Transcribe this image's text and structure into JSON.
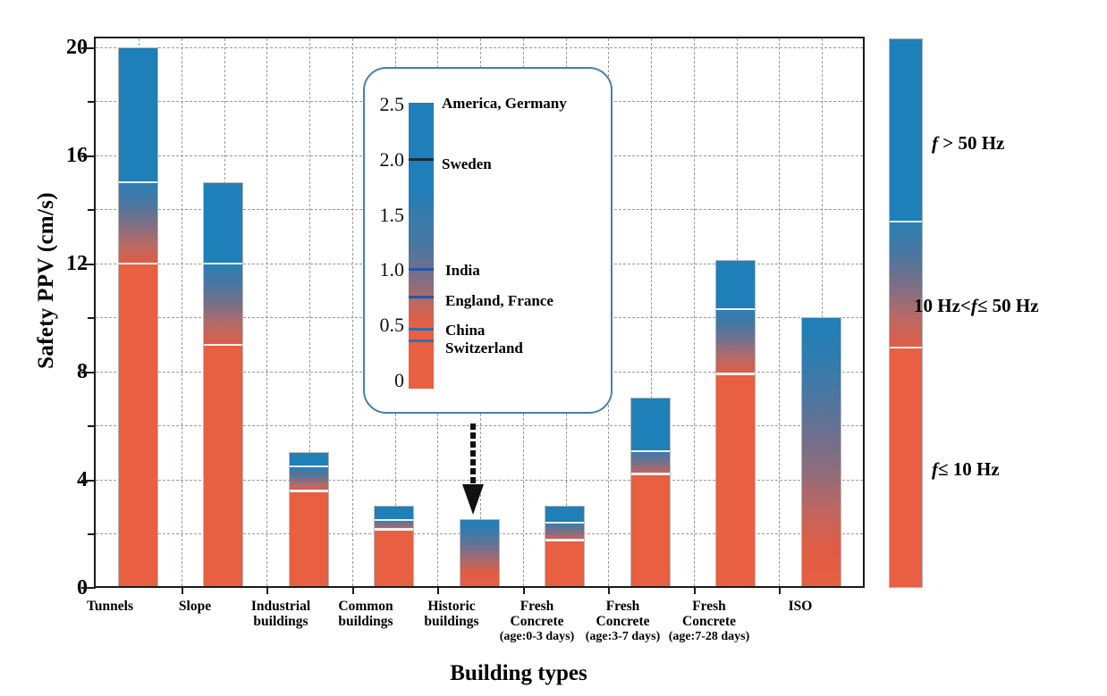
{
  "chart_data": {
    "type": "bar",
    "title": "",
    "xlabel": "Building types",
    "ylabel": "Safety PPV (cm/s)",
    "ylim": [
      0,
      20
    ],
    "yticks": [
      0,
      4,
      8,
      12,
      16,
      20
    ],
    "yticks_minor": [
      2,
      6,
      10,
      14,
      18
    ],
    "grid": true,
    "legend_position": "right",
    "categories": [
      "Tunnels",
      "Slope",
      "Industrial buildings",
      "Common buildings",
      "Historic buildings",
      "Fresh Concrete (age:0-3 days)",
      "Fresh Concrete (age:3-7 days)",
      "Fresh Concrete (age:7-28 days)",
      "ISO"
    ],
    "values": [
      20.0,
      15.0,
      5.0,
      3.0,
      2.5,
      3.0,
      7.0,
      12.1,
      10.0
    ],
    "series": [
      {
        "name": "f ≤ 10 Hz",
        "values": [
          12.0,
          9.0,
          3.6,
          2.2,
          0.0,
          1.8,
          4.2,
          7.9,
          0.0
        ]
      },
      {
        "name": "10 Hz< f ≤ 50 Hz",
        "values": [
          3.0,
          3.0,
          0.9,
          0.3,
          2.5,
          0.6,
          0.8,
          2.4,
          10.0
        ]
      },
      {
        "name": "f > 50 Hz",
        "values": [
          5.0,
          3.0,
          0.5,
          0.5,
          0.0,
          0.6,
          2.0,
          1.8,
          0.0
        ]
      }
    ],
    "bar_bands": [
      {
        "category": "Tunnels",
        "total": 20.0,
        "low_top": 12.0,
        "mid_top": 15.0,
        "gradient": false
      },
      {
        "category": "Slope",
        "total": 15.0,
        "low_top": 9.0,
        "mid_top": 12.0,
        "gradient": false
      },
      {
        "category": "Industrial buildings",
        "total": 5.0,
        "low_top": 3.6,
        "mid_top": 4.5,
        "gradient": false
      },
      {
        "category": "Common buildings",
        "total": 3.0,
        "low_top": 2.2,
        "mid_top": 2.5,
        "gradient": false
      },
      {
        "category": "Historic buildings",
        "total": 2.5,
        "low_top": 0.0,
        "mid_top": 2.5,
        "gradient": true
      },
      {
        "category": "Fresh Concrete (age:0-3 days)",
        "total": 3.0,
        "low_top": 1.8,
        "mid_top": 2.4,
        "gradient": false
      },
      {
        "category": "Fresh Concrete (age:3-7 days)",
        "total": 7.0,
        "low_top": 4.2,
        "mid_top": 5.0,
        "gradient": false
      },
      {
        "category": "Fresh Concrete (age:7-28 days)",
        "total": 12.1,
        "low_top": 7.9,
        "mid_top": 10.3,
        "gradient": false
      },
      {
        "category": "ISO",
        "total": 10.0,
        "low_top": 0.0,
        "mid_top": 10.0,
        "gradient": true
      }
    ],
    "inset": {
      "ylim": [
        0,
        2.6
      ],
      "yticks": [
        "0",
        "0.5",
        "1.0",
        "1.5",
        "2.0",
        "2.5"
      ],
      "markers": [
        {
          "label": "America,  Germany",
          "value": 2.5
        },
        {
          "label": "Sweden",
          "value": 2.0
        },
        {
          "label": "India",
          "value": 1.0
        },
        {
          "label": "England, France",
          "value": 0.8
        },
        {
          "label": "China",
          "value": 0.5
        },
        {
          "label": "Switzerland",
          "value": 0.4
        }
      ]
    }
  },
  "axis": {
    "ylabel": "Safety PPV (cm/s)",
    "xlabel": "Building types",
    "yticks": [
      "20",
      "16",
      "12",
      "8",
      "4",
      "0"
    ]
  },
  "xcats": [
    {
      "line1": "Tunnels",
      "line2": "",
      "line3": ""
    },
    {
      "line1": "Slope",
      "line2": "",
      "line3": ""
    },
    {
      "line1": "Industrial",
      "line2": "buildings",
      "line3": ""
    },
    {
      "line1": "Common",
      "line2": "buildings",
      "line3": ""
    },
    {
      "line1": "Historic",
      "line2": "buildings",
      "line3": ""
    },
    {
      "line1": "Fresh",
      "line2": "Concrete",
      "line3": "(age:0-3 days)"
    },
    {
      "line1": "Fresh",
      "line2": "Concrete",
      "line3": "(age:3-7 days)"
    },
    {
      "line1": "Fresh",
      "line2": "Concrete",
      "line3": "(age:7-28 days)"
    },
    {
      "line1": "ISO",
      "line2": "",
      "line3": ""
    }
  ],
  "legend": {
    "high": {
      "pre": "f",
      "rest": " > 50 Hz"
    },
    "mid": {
      "pre": "10 Hz<",
      "ital": "f",
      "rest": "≤ 50 Hz"
    },
    "low": {
      "pre": "f",
      "rest": "≤ 10 Hz"
    }
  },
  "inset_ticks": {
    "t25": "2.5",
    "t20": "2.0",
    "t15": "1.5",
    "t10": "1.0",
    "t05": "0.5",
    "t00": "0"
  },
  "inset_labels": {
    "america_germany": "America,  Germany",
    "sweden": "Sweden",
    "india": "India",
    "england_france": "England, France",
    "china": "China",
    "switzerland": "Switzerland"
  },
  "colors": {
    "blue": "#1f7fb8",
    "red": "#e85f42",
    "mid_blue": "#4a77a0",
    "mid_purple": "#7c6f86",
    "mid_red": "#c06a5e",
    "frame": "#1a1a1a",
    "grid": "#9a9a9a",
    "inset_border": "#4a7fae",
    "bar_edge": "#b9b9b9"
  }
}
